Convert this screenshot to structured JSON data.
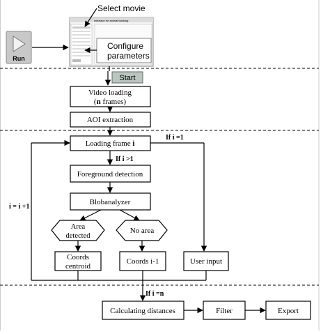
{
  "top": {
    "run_label": "Run",
    "select_movie": "Select movie",
    "configure_line1": "Configure",
    "configure_line2": "parameters",
    "window_title": "Interface for animal tracking",
    "start_label": "Start"
  },
  "flow": {
    "video_loading_line1": "Video loading",
    "video_loading_n": "n",
    "video_loading_rest": " frames)",
    "video_loading_open": "(",
    "aoi_extraction": "AOI extraction",
    "loading_frame": "Loading frame ",
    "loading_frame_i": "i",
    "if_i_eq_1": "If i =1",
    "if_i_gt_1": "If i >1",
    "foreground_detection": "Foreground detection",
    "blobanalyzer": "Blobanalyzer",
    "area_detected_line1": "Area",
    "area_detected_line2": "detected",
    "no_area": "No area",
    "coords_centroid_line1": "Coords",
    "coords_centroid_line2": "centroid",
    "coords_i_minus_1": "Coords i-1",
    "user_input": "User input",
    "loop_label": "i = i +1",
    "if_i_eq_n": "If i =n",
    "calculating_distances": "Calculating distances",
    "filter": "Filter",
    "export": "Export"
  },
  "colors": {
    "start_button": "#b9c7bd",
    "run_button": "#c8c8c8",
    "line": "#000000"
  }
}
